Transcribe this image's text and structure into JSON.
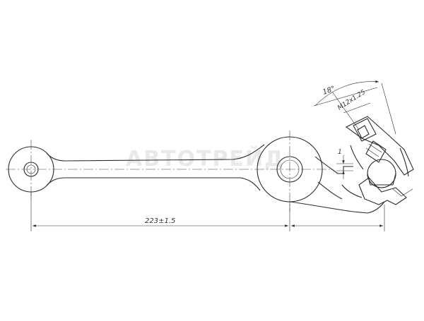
{
  "drawing": {
    "main_dimension": "223±1.5",
    "angle_label": "18°",
    "thread_label": "M12x1.25",
    "offset_label": "1",
    "watermark": "АВТОТРЕЙД"
  }
}
